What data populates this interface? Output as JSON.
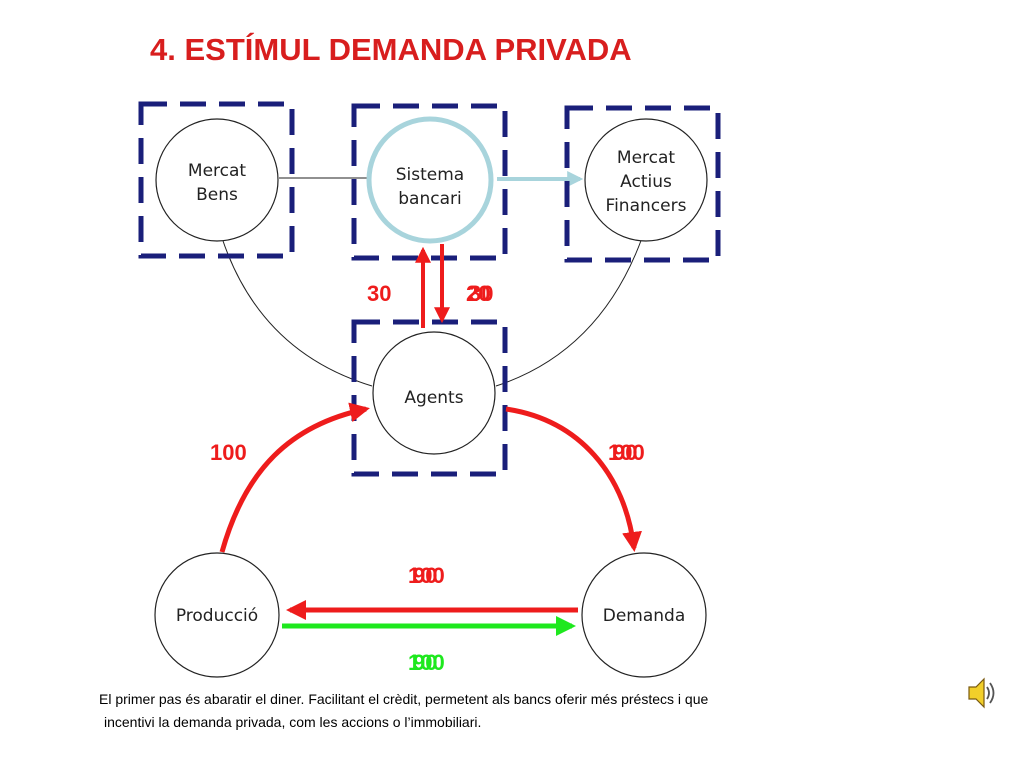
{
  "title": "4. ESTÍMUL DEMANDA PRIVADA",
  "nodes": {
    "mercat_bens": [
      "Mercat",
      "Bens"
    ],
    "sistema_bancari": [
      "Sistema",
      "bancari"
    ],
    "mercat_actius": [
      "Mercat",
      "Actius",
      "Financers"
    ],
    "agents": "Agents",
    "produccio": "Producció",
    "demanda": "Demanda"
  },
  "flows": {
    "agents_to_bank": [
      "30"
    ],
    "bank_to_agents": [
      "20",
      "30"
    ],
    "produccio_to_agents": [
      "100"
    ],
    "agents_to_demanda": [
      "100",
      "90"
    ],
    "demanda_to_produccio": [
      "100",
      "90"
    ],
    "produccio_to_demanda": [
      "100",
      "90"
    ]
  },
  "captions": {
    "line1": "El primer pas és abaratir el diner. Facilitant el crèdit, permetent als bancs oferir més préstecs i que",
    "line2": "incentivi la demanda privada, com les accions o l’immobiliari."
  },
  "colors": {
    "title": "#d81e1e",
    "dash_box": "#1a1f7a",
    "red_flow": "#ee1c1c",
    "green_flow": "#1ee81e",
    "bank_circle": "#a8d4dc"
  },
  "icons": {
    "audio": "speaker-icon"
  }
}
